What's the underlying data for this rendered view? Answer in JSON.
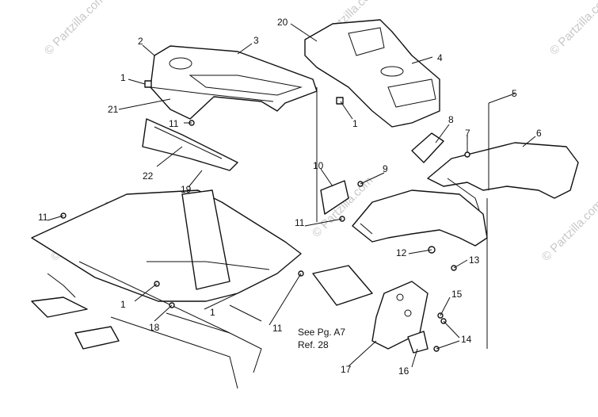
{
  "diagram": {
    "callouts": [
      "1",
      "2",
      "3",
      "4",
      "5",
      "6",
      "7",
      "8",
      "9",
      "10",
      "11",
      "12",
      "13",
      "14",
      "15",
      "16",
      "17",
      "18",
      "19",
      "20",
      "21",
      "22"
    ],
    "note_lines": [
      "See Pg. A7",
      "Ref. 28"
    ],
    "watermark": "© Partzilla.com"
  }
}
